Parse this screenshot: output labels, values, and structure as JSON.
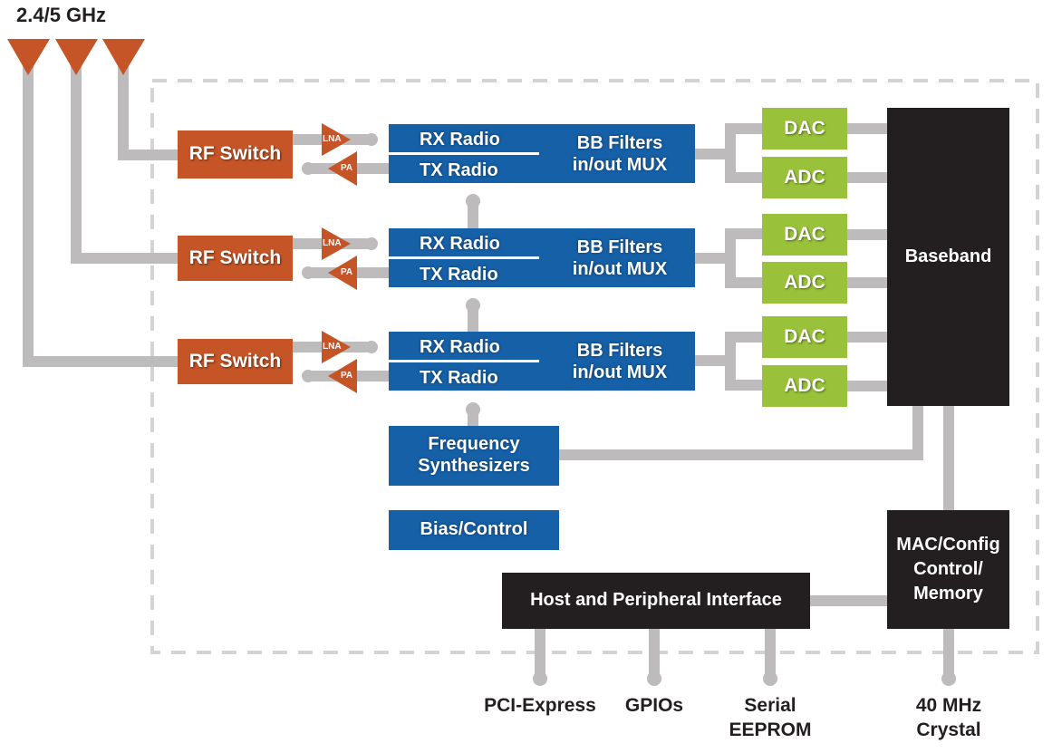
{
  "antenna_label": "2.4/5 GHz",
  "colors": {
    "rf": "#c55526",
    "radio": "#1660a8",
    "converter": "#99c23a",
    "digital": "#231f20",
    "wire": "#bdbbbc",
    "boundary": "#d3d3d3"
  },
  "chains": [
    {
      "rf_switch": "RF Switch",
      "lna": "LNA",
      "pa": "PA",
      "rx": "RX Radio",
      "tx": "TX Radio",
      "bb_filters": [
        "BB Filters",
        "in/out MUX"
      ],
      "dac": "DAC",
      "adc": "ADC"
    },
    {
      "rf_switch": "RF Switch",
      "lna": "LNA",
      "pa": "PA",
      "rx": "RX Radio",
      "tx": "TX Radio",
      "bb_filters": [
        "BB Filters",
        "in/out MUX"
      ],
      "dac": "DAC",
      "adc": "ADC"
    },
    {
      "rf_switch": "RF Switch",
      "lna": "LNA",
      "pa": "PA",
      "rx": "RX Radio",
      "tx": "TX Radio",
      "bb_filters": [
        "BB Filters",
        "in/out MUX"
      ],
      "dac": "DAC",
      "adc": "ADC"
    }
  ],
  "freq_synth": [
    "Frequency",
    "Synthesizers"
  ],
  "bias_control": "Bias/Control",
  "baseband": "Baseband",
  "mac": [
    "MAC/Config",
    "Control/",
    "Memory"
  ],
  "host_interface": "Host and Peripheral Interface",
  "external": {
    "pcie": "PCI-Express",
    "gpio": "GPIOs",
    "eeprom": [
      "Serial",
      "EEPROM"
    ],
    "crystal": [
      "40 MHz",
      "Crystal"
    ]
  }
}
